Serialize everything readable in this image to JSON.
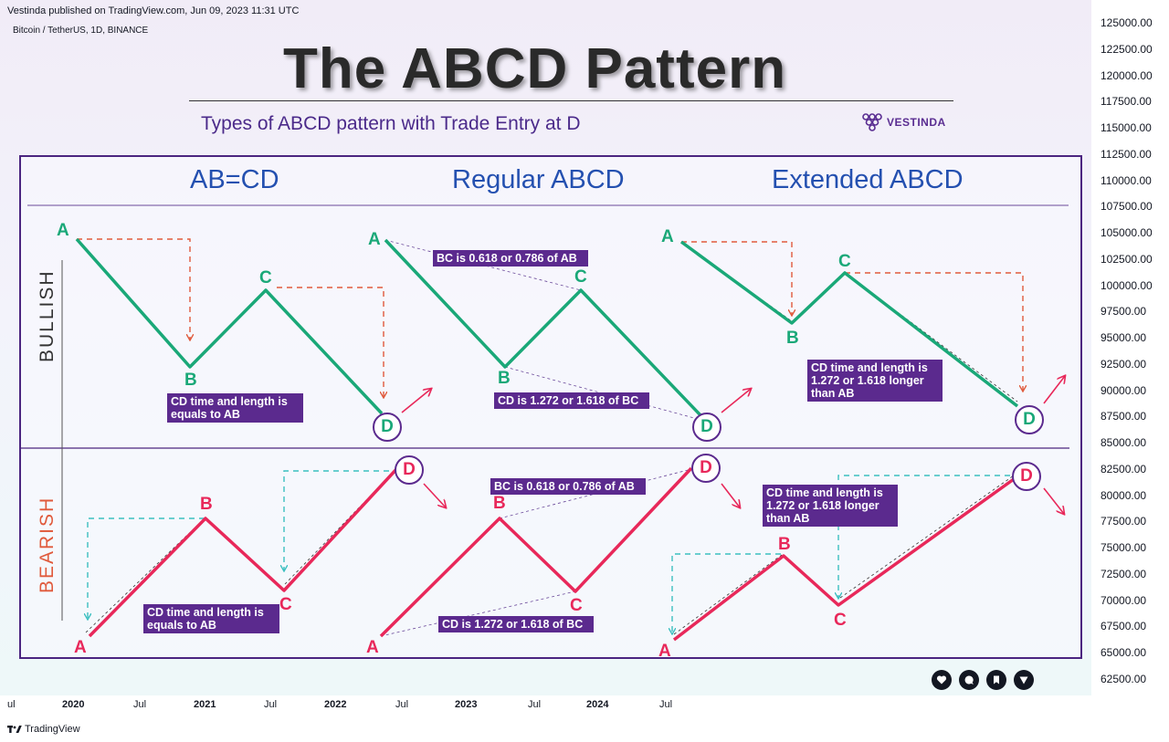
{
  "header": {
    "publisher": "Vestinda published on TradingView.com, Jun 09, 2023 11:31 UTC",
    "symbol": "Bitcoin / TetherUS, 1D, BINANCE"
  },
  "title": "The ABCD Pattern",
  "subtitle": "Types of ABCD pattern with Trade Entry at D",
  "brand": {
    "name": "VESTINDA",
    "icon": "grape-cluster-logo",
    "color": "#5a2d91"
  },
  "columns": [
    "AB=CD",
    "Regular ABCD",
    "Extended ABCD"
  ],
  "rows": {
    "bullish": "BULLISH",
    "bearish": "BEARISH"
  },
  "points": {
    "a": "A",
    "b": "B",
    "c": "C",
    "d": "D"
  },
  "notes": {
    "bull_abcd": "CD time and length is equals to AB",
    "bull_reg_bc": "BC is 0.618 or 0.786 of AB",
    "bull_reg_cd": "CD is 1.272 or 1.618 of BC",
    "bull_ext": "CD time and length is 1.272 or 1.618 longer than AB",
    "bear_abcd": "CD time and length is equals to AB",
    "bear_reg_bc": "BC is 0.618 or 0.786 of AB",
    "bear_reg_cd": "CD is 1.272 or 1.618 of BC",
    "bear_ext": "CD time and length is 1.272 or 1.618 longer than AB"
  },
  "price_axis": [
    "125000.00",
    "122500.00",
    "120000.00",
    "117500.00",
    "115000.00",
    "112500.00",
    "110000.00",
    "107500.00",
    "105000.00",
    "102500.00",
    "100000.00",
    "97500.00",
    "95000.00",
    "92500.00",
    "90000.00",
    "87500.00",
    "85000.00",
    "82500.00",
    "80000.00",
    "77500.00",
    "75000.00",
    "72500.00",
    "70000.00",
    "67500.00",
    "65000.00",
    "62500.00"
  ],
  "time_axis": [
    {
      "label": "ul",
      "bold": false
    },
    {
      "label": "2020",
      "bold": true
    },
    {
      "label": "Jul",
      "bold": false
    },
    {
      "label": "2021",
      "bold": true
    },
    {
      "label": "Jul",
      "bold": false
    },
    {
      "label": "2022",
      "bold": true
    },
    {
      "label": "Jul",
      "bold": false
    },
    {
      "label": "2023",
      "bold": true
    },
    {
      "label": "Jul",
      "bold": false
    },
    {
      "label": "2024",
      "bold": true
    },
    {
      "label": "Jul",
      "bold": false
    }
  ],
  "toolbar": [
    "heart-icon",
    "chat-icon",
    "bookmark-icon",
    "share-icon"
  ],
  "footer": {
    "logo": "TradingView"
  },
  "colors": {
    "bull": "#1aa878",
    "bear": "#e8285a",
    "guide_bull": "#e05a3c",
    "guide_bear": "#3cbfc0",
    "note_bg": "#5b2a8e",
    "frame": "#4b2580"
  }
}
